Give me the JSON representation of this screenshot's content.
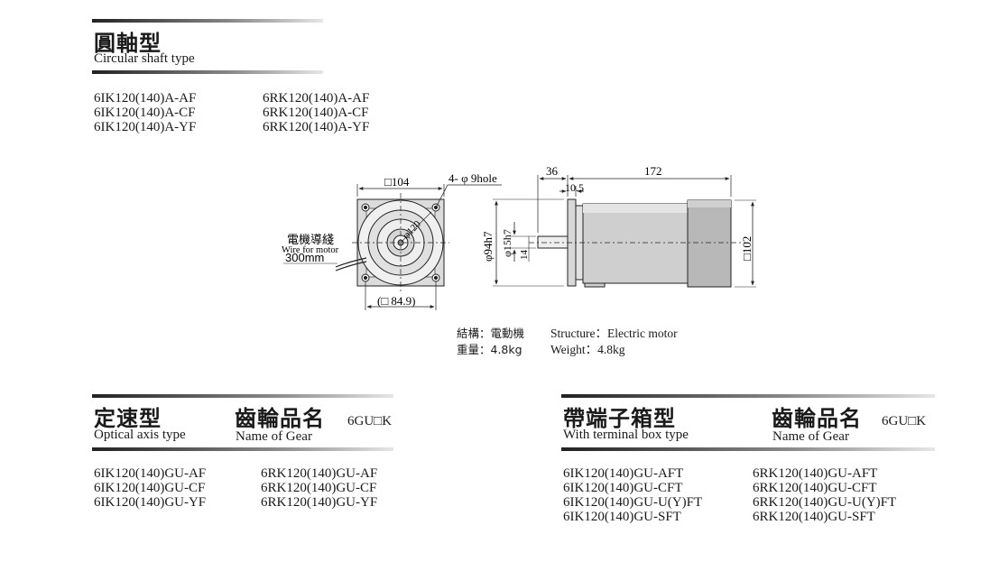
{
  "sections": {
    "circular": {
      "title_cn": "圓軸型",
      "title_en": "Circular shaft type",
      "models_ik": [
        "6IK120(140)A-AF",
        "6IK120(140)A-CF",
        "6IK120(140)A-YF"
      ],
      "models_rk": [
        "6RK120(140)A-AF",
        "6RK120(140)A-CF",
        "6RK120(140)A-YF"
      ]
    },
    "optical": {
      "title_cn": "定速型",
      "title_en": "Optical axis type",
      "gear_cn": "齒輪品名",
      "gear_en": "Name of Gear",
      "gear_suffix": "6GU□K",
      "models_ik": [
        "6IK120(140)GU-AF",
        "6IK120(140)GU-CF",
        "6IK120(140)GU-YF"
      ],
      "models_rk": [
        "6RK120(140)GU-AF",
        "6RK120(140)GU-CF",
        "6RK120(140)GU-YF"
      ]
    },
    "terminal": {
      "title_cn": "帶端子箱型",
      "title_en": "With terminal box type",
      "gear_cn": "齒輪品名",
      "gear_en": "Name of Gear",
      "gear_suffix": "6GU□K",
      "models_ik": [
        "6IK120(140)GU-AFT",
        "6IK120(140)GU-CFT",
        "6IK120(140)GU-U(Y)FT",
        "6IK120(140)GU-SFT"
      ],
      "models_rk": [
        "6RK120(140)GU-AFT",
        "6RK120(140)GU-CFT",
        "6RK120(140)GU-U(Y)FT",
        "6RK120(140)GU-SFT"
      ]
    }
  },
  "drawing": {
    "front": {
      "square": "□104",
      "holes": "4- φ 9hole",
      "pcd": "φ120",
      "wire_cn": "電機導綫",
      "wire_en": "Wire for motor",
      "wire_len": "300mm",
      "inner": "(□ 84.9)"
    },
    "side": {
      "shaft_len": "36",
      "flange": "10.5",
      "body_len": "172",
      "pilot": "φ94h7",
      "shaft_dia": "φ15h7",
      "key": "14",
      "height": "□102"
    }
  },
  "specs": {
    "structure_cn": "結構：電動機",
    "structure_en": "Structure：Electric motor",
    "weight_cn": "重量：4.8kg",
    "weight_en": "Weight：4.8kg"
  }
}
